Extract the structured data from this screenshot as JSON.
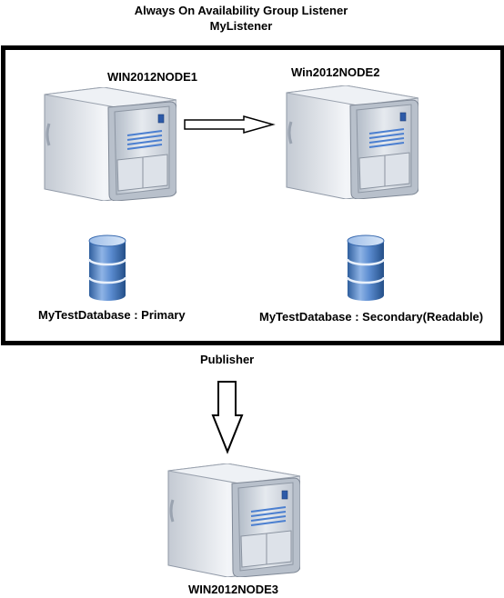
{
  "title": {
    "line1": "Always On Availability Group Listener",
    "line2": "MyListener"
  },
  "nodes": {
    "node1": {
      "name": "WIN2012NODE1",
      "database": "MyTestDatabase : Primary"
    },
    "node2": {
      "name": "Win2012NODE2",
      "database": "MyTestDatabase : Secondary(Readable)"
    },
    "node3": {
      "name": "WIN2012NODE3"
    }
  },
  "publisher_label": "Publisher",
  "icons": {
    "server": "server-tower-icon",
    "database": "database-cylinder-icon",
    "arrow_right": "arrow-right-icon",
    "arrow_down": "arrow-down-icon"
  },
  "colors": {
    "server_body": "#e4e8ee",
    "server_front": "#cdd4de",
    "database_blue": "#4a80c8",
    "line": "#000000"
  }
}
